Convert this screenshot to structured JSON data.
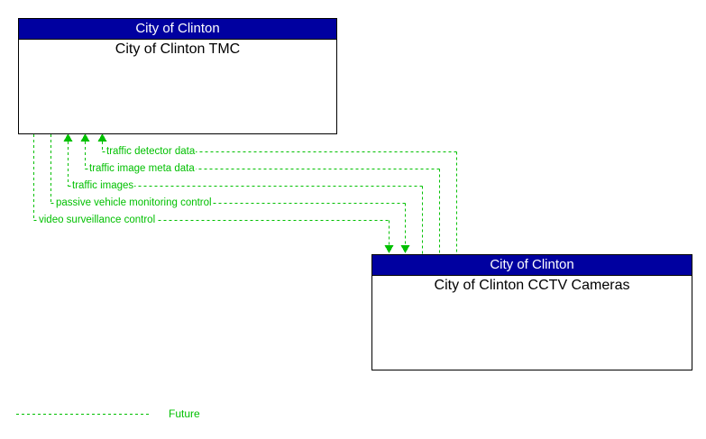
{
  "colors": {
    "header_bg": "#0000A0",
    "header_text": "#FFFFFF",
    "flow_green": "#00C000",
    "box_border": "#000000",
    "body_text": "#000000"
  },
  "top_box": {
    "org": "City of Clinton",
    "name": "City of Clinton TMC"
  },
  "bottom_box": {
    "org": "City of Clinton",
    "name": "City of Clinton CCTV Cameras"
  },
  "flows": [
    {
      "label": "traffic detector data",
      "from": "City of Clinton CCTV Cameras",
      "to": "City of Clinton TMC",
      "status": "future"
    },
    {
      "label": "traffic image meta data",
      "from": "City of Clinton CCTV Cameras",
      "to": "City of Clinton TMC",
      "status": "future"
    },
    {
      "label": "traffic images",
      "from": "City of Clinton CCTV Cameras",
      "to": "City of Clinton TMC",
      "status": "future"
    },
    {
      "label": "passive vehicle monitoring control",
      "from": "City of Clinton TMC",
      "to": "City of Clinton CCTV Cameras",
      "status": "future"
    },
    {
      "label": "video surveillance control",
      "from": "City of Clinton TMC",
      "to": "City of Clinton CCTV Cameras",
      "status": "future"
    }
  ],
  "legend": {
    "label": "Future"
  }
}
